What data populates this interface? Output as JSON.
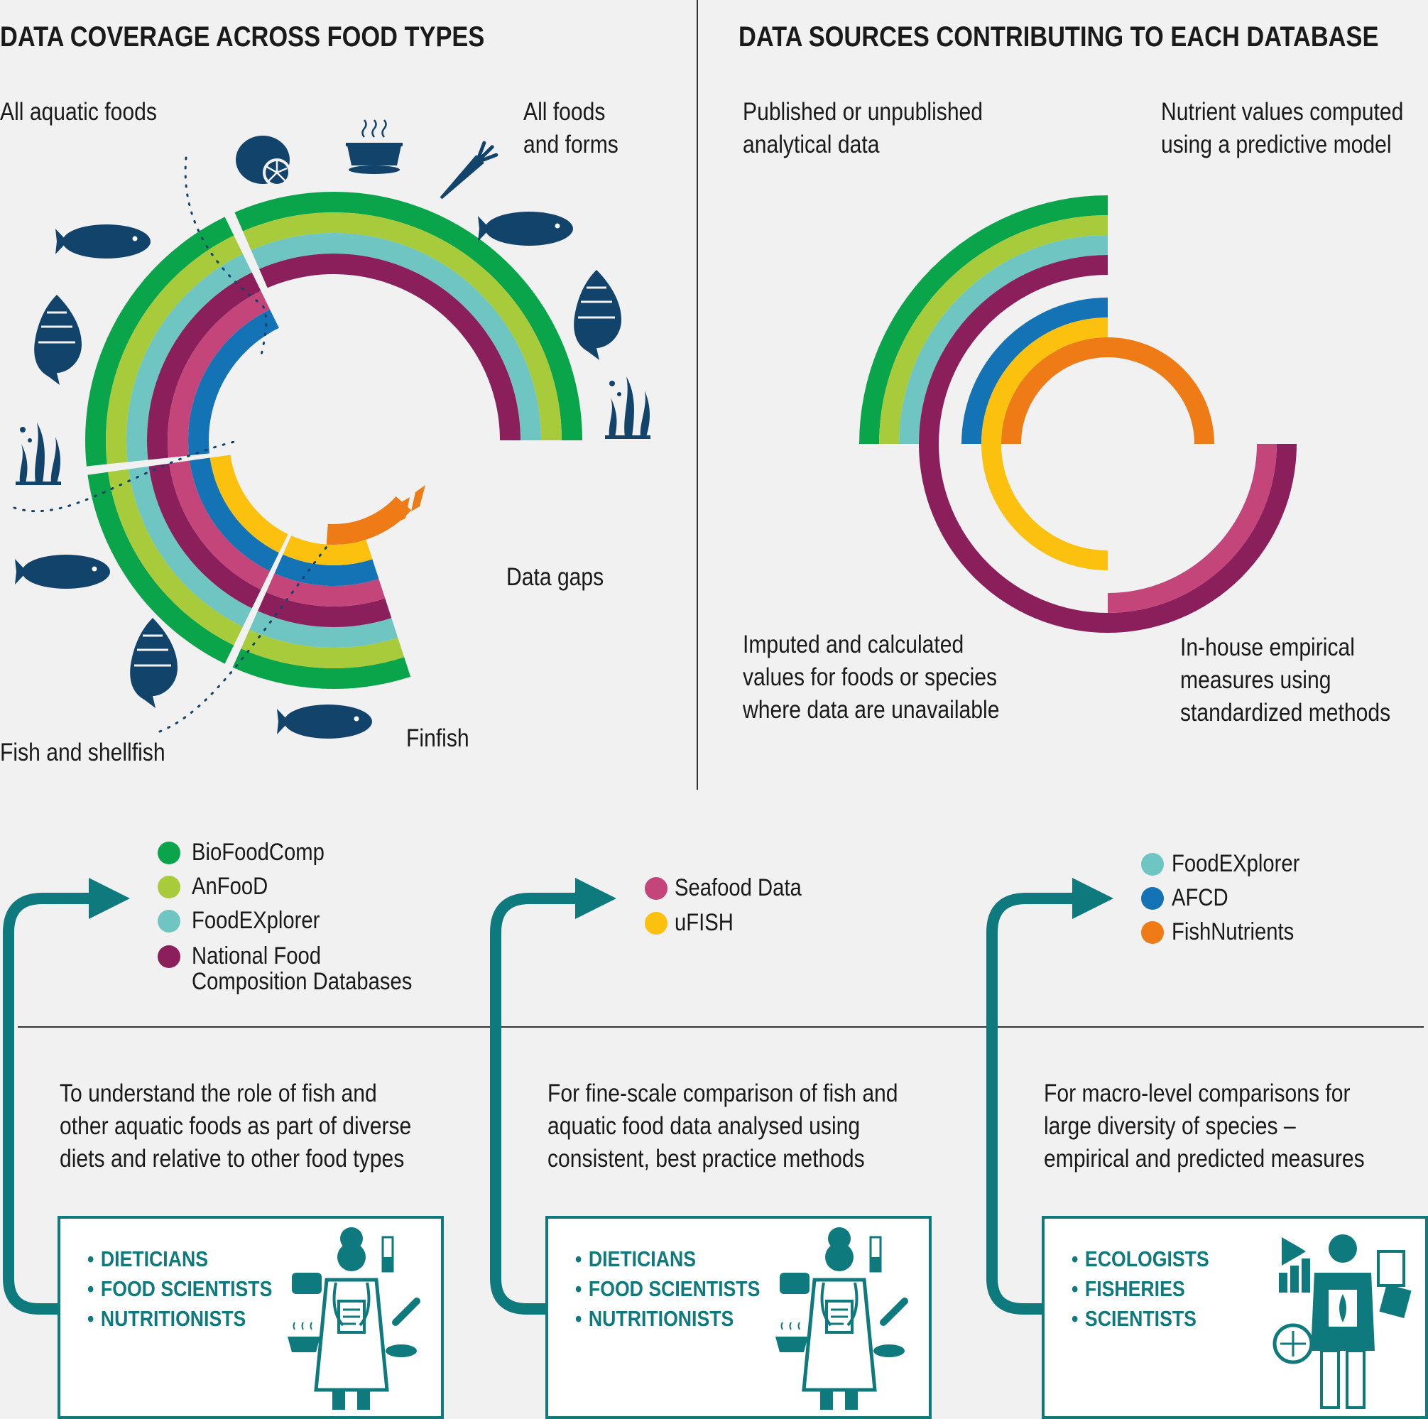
{
  "panel_left": {
    "title": "DATA COVERAGE ACROSS FOOD TYPES",
    "labels": {
      "all_aquatic": "All aquatic foods",
      "all_foods_line1": "All foods",
      "all_foods_line2": "and forms",
      "data_gaps": "Data gaps",
      "fish_shellfish": "Fish and shellfish",
      "finfish": "Finfish"
    }
  },
  "panel_right": {
    "title": "DATA SOURCES CONTRIBUTING TO EACH DATABASE",
    "labels": {
      "published_line1": "Published or unpublished",
      "published_line2": "analytical data",
      "predictive_line1": "Nutrient values computed",
      "predictive_line2": "using a predictive model",
      "imputed_line1": "Imputed and calculated",
      "imputed_line2": "values for foods or species",
      "imputed_line3": "where data are unavailable",
      "inhouse_line1": "In-house empirical",
      "inhouse_line2": "measures using",
      "inhouse_line3": "standardized methods"
    }
  },
  "colors": {
    "biofoodcomp": "#0aa54a",
    "anfood": "#a8cb3c",
    "foodexplorer": "#6ec5c1",
    "national": "#8a1f5c",
    "seafood": "#c4457a",
    "ufish": "#fcc10f",
    "afcd": "#1373b4",
    "fishnutrients": "#ee7b15",
    "teal": "#0f7a7d",
    "navy": "#12436b"
  },
  "groups": [
    {
      "legend": [
        {
          "label": "BioFoodComp",
          "color_key": "biofoodcomp"
        },
        {
          "label": "AnFooD",
          "color_key": "anfood"
        },
        {
          "label": "FoodEXplorer",
          "color_key": "foodexplorer"
        },
        {
          "label": "National Food",
          "label2": "Composition Databases",
          "color_key": "national"
        }
      ],
      "purpose": [
        "To understand the role of fish and",
        "other aquatic foods as part of diverse",
        "diets and relative to other food types"
      ],
      "audience": [
        "DIETICIANS",
        "FOOD SCIENTISTS",
        "NUTRITIONISTS"
      ]
    },
    {
      "legend": [
        {
          "label": "Seafood Data",
          "color_key": "seafood"
        },
        {
          "label": "uFISH",
          "color_key": "ufish"
        }
      ],
      "purpose": [
        "For fine-scale comparison of fish and",
        "aquatic food data analysed using",
        "consistent, best practice methods"
      ],
      "audience": [
        "DIETICIANS",
        "FOOD SCIENTISTS",
        "NUTRITIONISTS"
      ]
    },
    {
      "legend": [
        {
          "label": "FoodEXplorer",
          "color_key": "foodexplorer"
        },
        {
          "label": "AFCD",
          "color_key": "afcd"
        },
        {
          "label": "FishNutrients",
          "color_key": "fishnutrients"
        }
      ],
      "purpose": [
        "For macro-level comparisons for",
        "large diversity of species –",
        "empirical and predicted measures"
      ],
      "audience": [
        "ECOLOGISTS",
        "FISHERIES",
        "SCIENTISTS"
      ]
    }
  ]
}
